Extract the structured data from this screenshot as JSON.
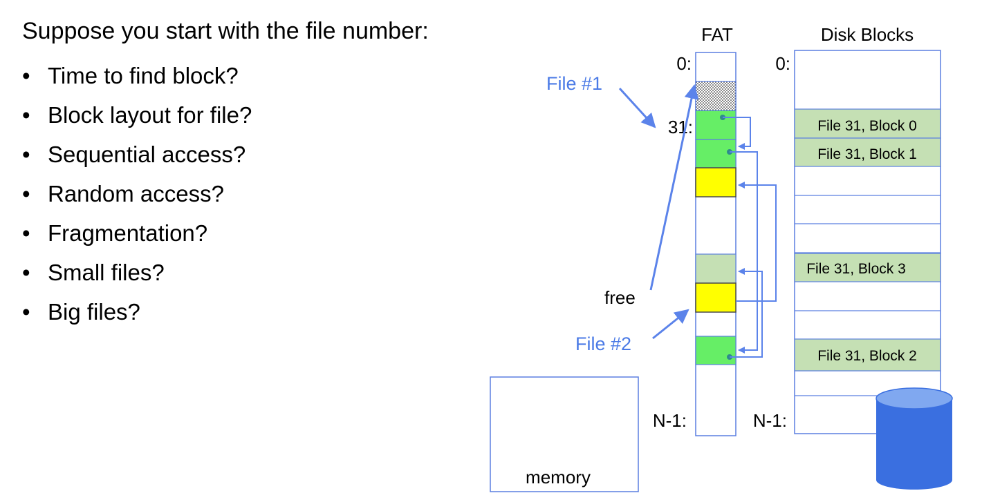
{
  "slide": {
    "heading": "Suppose you start with the file number:",
    "bullet_symbol": "•",
    "bullets": [
      "Time to find block?",
      "Block layout for file?",
      "Sequential access?",
      "Random access?",
      "Fragmentation?",
      "Small files?",
      "Big files?"
    ]
  },
  "diagram": {
    "fat_title": "FAT",
    "disk_title": "Disk Blocks",
    "fat_row0_label": "0:",
    "fat_row31_label": "31:",
    "fat_last_label": "N-1:",
    "disk_row0_label": "0:",
    "disk_last_label": "N-1:",
    "file1_label": "File #1",
    "file2_label": "File #2",
    "free_label": "free",
    "memory_label": "memory",
    "disk_blocks": {
      "block0": "File 31, Block 0",
      "block1": "File 31, Block 1",
      "block3": "File 31, Block 3",
      "block2": "File 31, Block 2"
    }
  },
  "colors": {
    "outline": "#5b7fe0",
    "arrow": "#5b83ea",
    "file1_green": "#66ee66",
    "file2_yellow": "#ffff00",
    "pale_green": "#c5e0b4",
    "pointer_dot": "#2e8b8b",
    "cylinder_top": "#80a8f0",
    "cylinder_body": "#3a6fe0",
    "label_blue": "#4a7ae6"
  },
  "icons": {
    "disk": "disk-cylinder-icon",
    "free_pattern": "dotted-pattern"
  }
}
